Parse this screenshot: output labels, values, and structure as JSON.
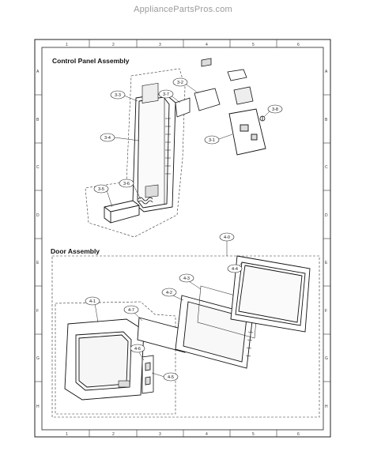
{
  "watermark": "AppliancePartsPros.com",
  "sections": {
    "control_panel": "Control Panel Assembly",
    "door": "Door Assembly"
  },
  "grid": {
    "cols": [
      "1",
      "2",
      "3",
      "4",
      "5",
      "6"
    ],
    "rows": [
      "A",
      "B",
      "C",
      "D",
      "E",
      "F",
      "G",
      "H"
    ]
  },
  "callouts": {
    "c3_3": "3-3",
    "c3_2": "3-2",
    "c3_7": "3-7",
    "c3_8": "3-8",
    "c3_4": "3-4",
    "c3_1": "3-1",
    "c3_6": "3-6",
    "c3_5": "3-5",
    "c4_0": "4-0",
    "c4_4": "4-4",
    "c4_3": "4-3",
    "c4_2": "4-2",
    "c4_1": "4-1",
    "c4_7": "4-7",
    "c4_6": "4-6",
    "c4_5": "4-5"
  }
}
